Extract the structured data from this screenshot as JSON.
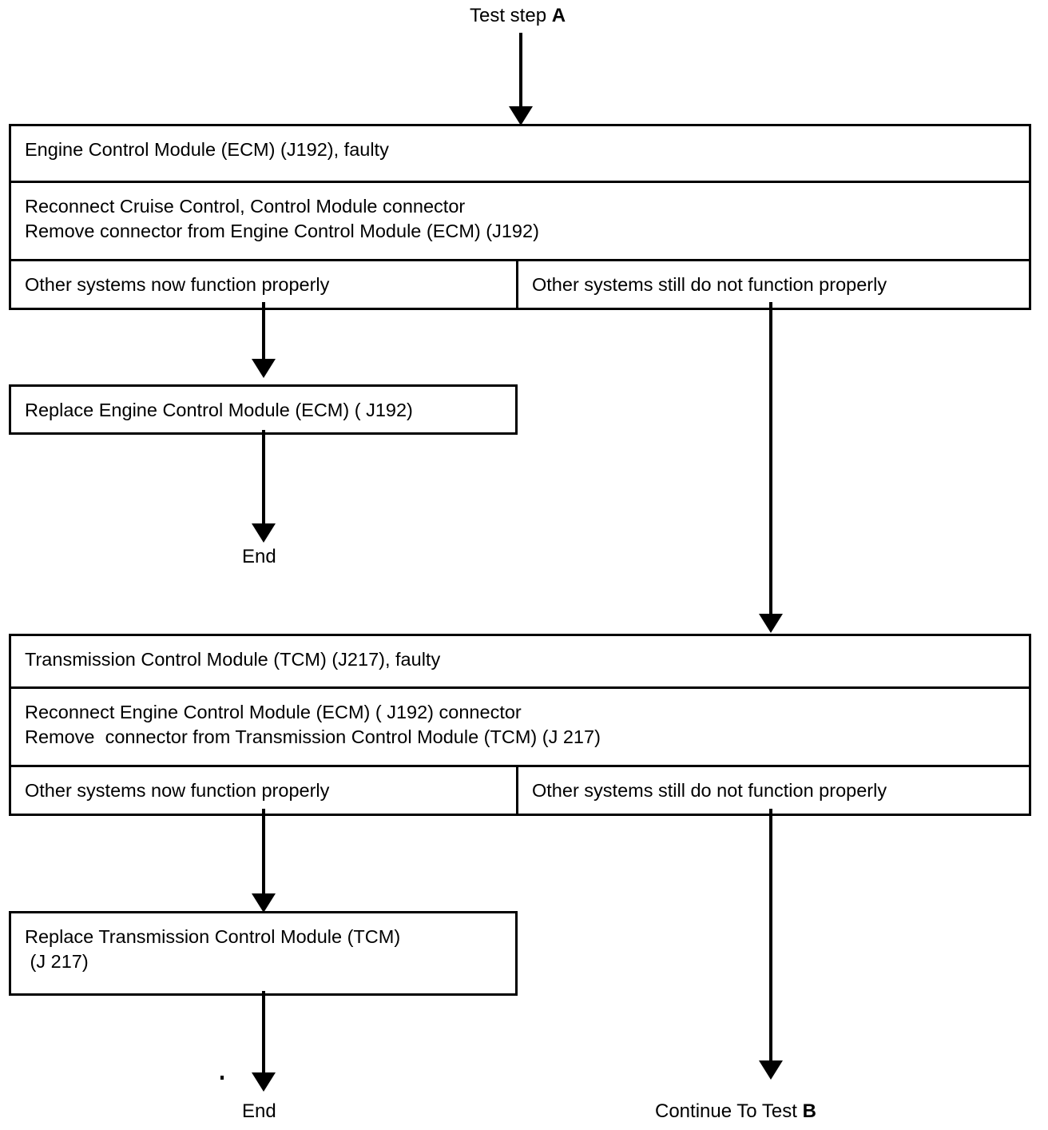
{
  "diagram": {
    "title_top": {
      "prefix": "Test step ",
      "step": "A"
    },
    "end_label_1": "End",
    "end_label_2": "End",
    "continue_label": {
      "prefix": "Continue To Test ",
      "step": "B"
    },
    "block_ecm": {
      "header": "Engine Control Module (ECM) (J192), faulty",
      "instruction_line_1": "Reconnect Cruise Control, Control Module connector",
      "instruction_line_2": "Remove connector from Engine Control Module (ECM) (J192)",
      "outcome_left": "Other systems now function properly",
      "outcome_right": "Other systems still do not function properly"
    },
    "block_replace_ecm": {
      "text": "Replace Engine Control Module (ECM) ( J192)"
    },
    "block_tcm": {
      "header": "Transmission Control Module (TCM) (J217), faulty",
      "instruction_line_1": "Reconnect Engine Control Module (ECM) ( J192) connector",
      "instruction_line_2": "Remove  connector from Transmission Control Module (TCM) (J 217)",
      "outcome_left": "Other systems now function properly",
      "outcome_right": "Other systems still do not function properly"
    },
    "block_replace_tcm": {
      "line_1": "Replace Transmission Control Module (TCM)",
      "line_2": " (J 217)"
    },
    "colors": {
      "stroke": "#000000",
      "background": "#ffffff"
    }
  }
}
